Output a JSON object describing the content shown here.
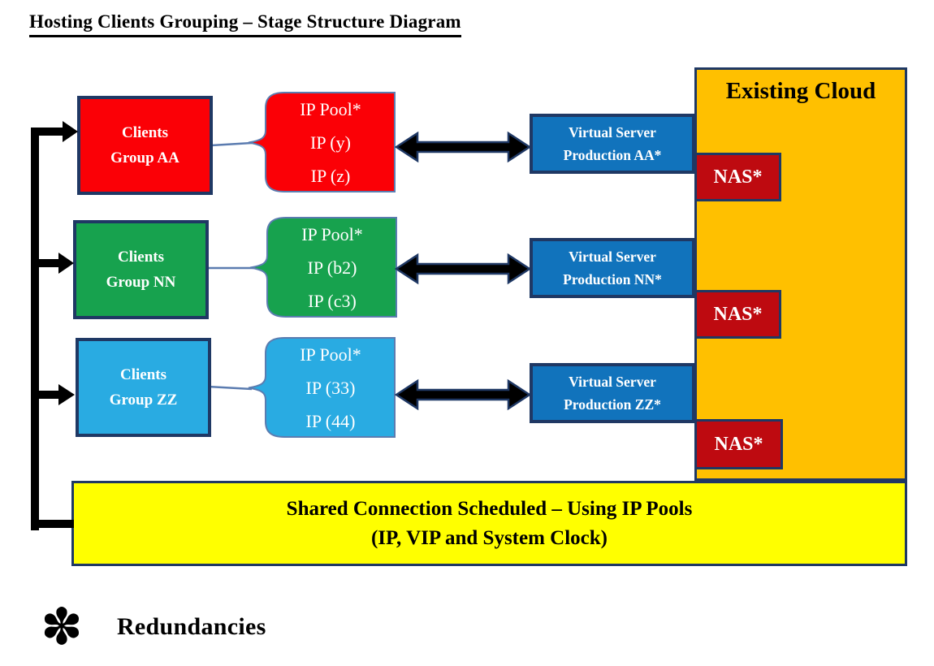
{
  "title": "Hosting Clients Grouping – Stage Structure Diagram",
  "groups": [
    {
      "client": {
        "line1": "Clients",
        "line2": "Group AA"
      },
      "pool": {
        "title": "IP Pool*",
        "ip1": "IP (y)",
        "ip2": "IP (z)"
      },
      "server": {
        "line1": "Virtual Server",
        "line2": "Production AA*"
      },
      "nas_label": "NAS*",
      "color": "#FB0006"
    },
    {
      "client": {
        "line1": "Clients",
        "line2": "Group NN"
      },
      "pool": {
        "title": "IP Pool*",
        "ip1": "IP (b2)",
        "ip2": "IP (c3)"
      },
      "server": {
        "line1": "Virtual Server",
        "line2": "Production NN*"
      },
      "nas_label": "NAS*",
      "color": "#17A24E"
    },
    {
      "client": {
        "line1": "Clients",
        "line2": "Group ZZ"
      },
      "pool": {
        "title": "IP Pool*",
        "ip1": "IP (33)",
        "ip2": "IP (44)"
      },
      "server": {
        "line1": "Virtual Server",
        "line2": "Production ZZ*"
      },
      "nas_label": "NAS*",
      "color": "#29ABE2"
    }
  ],
  "cloud": {
    "label": "Existing Cloud",
    "color": "#FFC000"
  },
  "shared_connection": {
    "line1": "Shared Connection Scheduled – Using IP Pools",
    "line2": "(IP, VIP and System Clock)",
    "color": "#FFFF00"
  },
  "legend": {
    "symbol": "✽",
    "label": "Redundancies"
  },
  "style_colors": {
    "server_blue": "#1173BC",
    "nas_red": "#BE0A10",
    "border_navy": "#1F3864",
    "connector_blue": "#5B7CB0",
    "arrow_black": "#000000"
  }
}
